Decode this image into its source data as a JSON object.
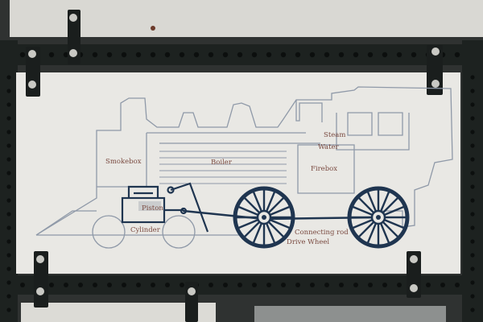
{
  "diagram": {
    "labels": {
      "smokebox": "Smokebox",
      "boiler": "Boiler",
      "firebox": "Firebox",
      "steam": "Steam",
      "water": "Water",
      "piston": "Piston",
      "cylinder": "Cylinder",
      "connecting_rod": "Connecting rod",
      "drive_wheel": "Drive Wheel"
    }
  },
  "colors": {
    "frame": "#1d2220",
    "board": "#e9e8e4",
    "outline": "#8f99a8",
    "mechanism": "#1f3550",
    "label": "#7a4a40",
    "bolt": "#c9c9c4"
  }
}
